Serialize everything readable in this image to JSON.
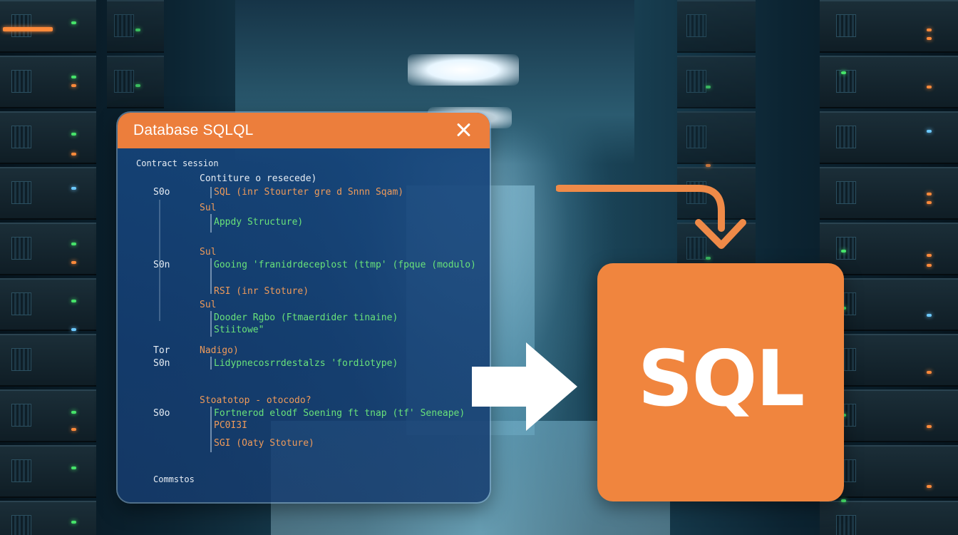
{
  "window": {
    "title": "Database SQLQL",
    "close_icon": "close-icon",
    "header_text": "Contract session",
    "section_heading": "Contiture o resecede)",
    "rows": [
      {
        "left": "S0o",
        "text": "SQL (inr Stourter gre d Snnn Sqam)"
      },
      {
        "left": "",
        "marker": "Sul",
        "text": "Appdy Structure)"
      },
      {
        "left": "S0n",
        "marker": "Sul",
        "text": "Gooing 'franidrdeceplost (ttmp' (fpque (modulo)"
      },
      {
        "left": "",
        "text": "RSI (inr Stoture)"
      },
      {
        "left": "",
        "marker": "Sul",
        "text": "Dooder Rgbo (Ftmaerdider tinaine)"
      },
      {
        "left": "",
        "text": "Stiitowe\""
      },
      {
        "left": "Tor",
        "marker": "Nadigo)",
        "text": ""
      },
      {
        "left": "S0n",
        "text": "Lidypnecosrrdestalzs 'fordiotype)"
      },
      {
        "left": "",
        "marker": "Stoatotop - otocodo?",
        "text": ""
      },
      {
        "left": "S0o",
        "text": "Fortnerod elodf Soening ft tnap (tf' Seneape)"
      },
      {
        "left": "",
        "text": "PC0I3I"
      },
      {
        "left": "",
        "text": "SGI (Oaty Stoture)"
      }
    ],
    "footer_text": "Commstos"
  },
  "arrow_white_icon": "right-arrow-icon",
  "arrow_orange_icon": "curved-arrow-icon",
  "sql_card": {
    "label": "SQL"
  },
  "colors": {
    "accent_orange": "#f0853e",
    "title_bar": "#ec7e3c",
    "window_blue": "#16467d",
    "code_green": "#69e27a",
    "code_orange": "#ee9a5a"
  }
}
